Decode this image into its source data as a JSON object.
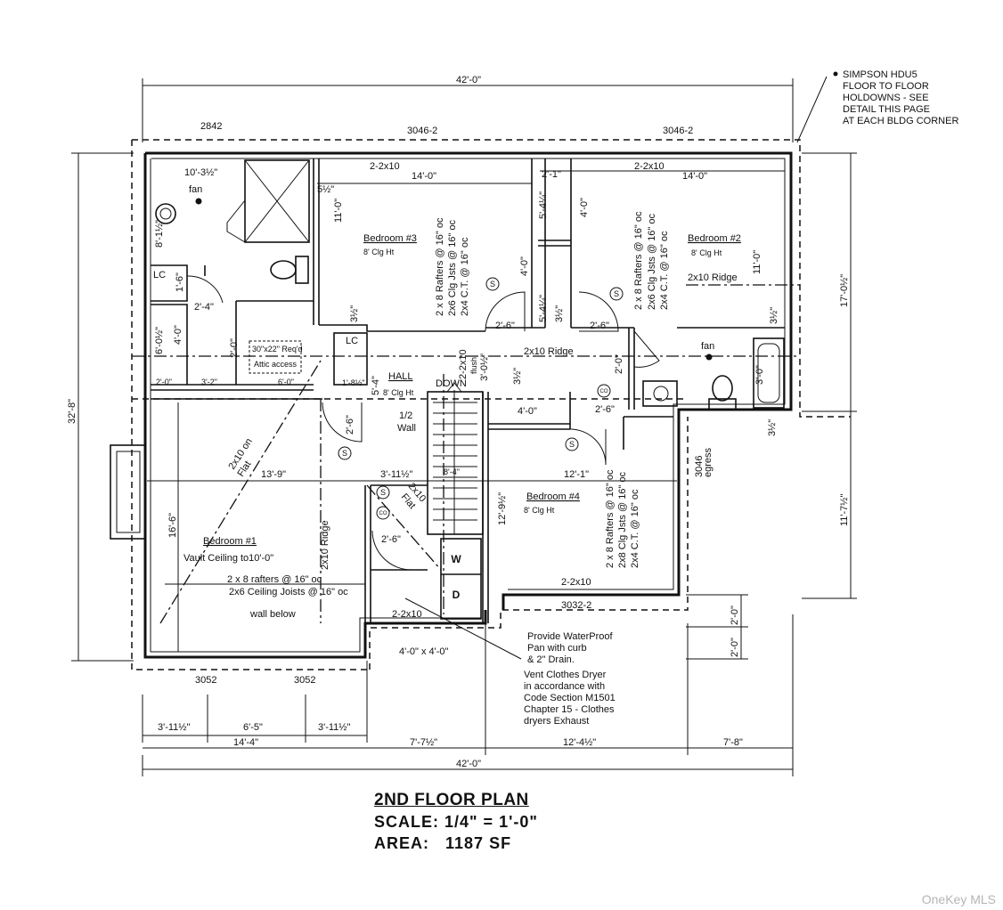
{
  "plan": {
    "title": "2ND FLOOR PLAN",
    "scale": "SCALE: 1/4\" = 1'-0\"",
    "area_label": "AREA:",
    "area_value": "1187 SF"
  },
  "notes": {
    "holdown": [
      "SIMPSON HDU5",
      "FLOOR TO FLOOR",
      "HOLDOWNS - SEE",
      "DETAIL THIS PAGE",
      "AT EACH BLDG CORNER"
    ],
    "waterproof": [
      "Provide WaterProof",
      "Pan with curb",
      "& 2\" Drain."
    ],
    "dryer": [
      "Vent Clothes Dryer",
      "in accordance with",
      "Code Section M1501",
      "Chapter 15 - Clothes",
      "dryers Exhaust"
    ]
  },
  "rooms": {
    "bedroom1": {
      "name": "Bedroom #1",
      "ceiling": "Vault Ceiling to10'-0\""
    },
    "bedroom2": {
      "name": "Bedroom #2",
      "ceiling": "8' Clg Ht"
    },
    "bedroom3": {
      "name": "Bedroom #3",
      "ceiling": "8' Clg Ht"
    },
    "bedroom4": {
      "name": "Bedroom #4",
      "ceiling": "8' Clg Ht"
    },
    "hall": {
      "name": "HALL",
      "ceiling": "8' Clg Ht"
    }
  },
  "labels": {
    "fan": "fan",
    "lc": "LC",
    "down": "DOWN",
    "half_wall_1": "1/2",
    "half_wall_2": "Wall",
    "ridge": "2x10 Ridge",
    "ridge_vertical": "2x10 Ridge",
    "header_2x10": "2-2x10",
    "rafters_b1": "2 x 8 rafters @ 16\" oc",
    "joists_b1": "2x6 Ceiling Joists @ 16\" oc",
    "wall_below": "wall below",
    "rafters": "2 x 8 Rafters @ 16\" oc",
    "clg_jsts": "2x6 Clg Jsts @ 16\" oc",
    "ct": "2x4 C.T. @ 16\" oc",
    "clg_jsts_b4": "2x8 Clg Jsts @ 16\" oc",
    "attic_1": "30\"x22\" Req'd",
    "attic_2": "Attic access",
    "flat_1": "2x10 on",
    "flat_2": "Flat",
    "flat_3": "2x10",
    "flat_4": "Flat",
    "flush_1": "2-2x10",
    "flush_2": "flush",
    "egress_1": "3046",
    "egress_2": "egress",
    "window_3046": "3046-2",
    "window_2842": "2842",
    "window_3032": "3032-2",
    "window_3052": "3052",
    "shower": "4'-0\" x 4'-0\"",
    "washer": "W",
    "dryer": "D",
    "smoke": "S",
    "co": "CO"
  },
  "dims": {
    "overall_width": "42'-0\"",
    "overall_depth": "32'-8\"",
    "right_upper": "17'-0½\"",
    "right_lower": "11'-7½\"",
    "jog1": "2'-0\"",
    "jog2": "2'-0\"",
    "bottom_1": "3'-11½\"",
    "bottom_2": "6'-5\"",
    "bottom_3": "3'-11½\"",
    "bottom_4": "14'-4\"",
    "bottom_5": "7'-7½\"",
    "bottom_6": "12'-4½\"",
    "bottom_7": "7'-8\"",
    "bath_w": "10'-3½\"",
    "bath_h": "8'-1½\"",
    "b3_w": "14'-0\"",
    "b3_h": "11'-0\"",
    "b2_w": "14'-0\"",
    "b2_h": "11'-0\"",
    "b1_w": "13'-9\"",
    "b1_h": "16'-6\"",
    "b4_w": "12'-1\"",
    "b4_h": "12'-9½\"",
    "stair_w": "3'-11½\"",
    "stair_run": "8'-4\"",
    "hall_w": "4'-0\"",
    "d_2_1": "2'-1\"",
    "d_5_4a": "5'-4¼\"",
    "d_5_4b": "5'-4¼\"",
    "d_4_0a": "4'-0\"",
    "d_4_0b": "4'-0\"",
    "d_4_0c": "4'-0\"",
    "d_5_5": "5½\"",
    "d_3_5a": "3½\"",
    "d_3_5b": "3½\"",
    "d_3_5c": "3½\"",
    "d_3_5d": "3½\"",
    "d_3_5e": "3½\"",
    "d_1_6": "1'-6\"",
    "d_2_4": "2'-4\"",
    "d_6_0_5": "6'-0½\"",
    "d_2_0a": "2'-0\"",
    "d_2_0b": "2'-0\"",
    "d_2_0c": "2'-0\"",
    "d_3_2": "3'-2\"",
    "d_6_0": "6'-0\"",
    "d_1_8": "1'-8½\"",
    "d_2_6a": "2'-6\"",
    "d_2_6b": "2'-6\"",
    "d_2_6c": "2'-6\"",
    "d_2_6d": "2'-6\"",
    "d_2_6e": "2'-6\"",
    "d_3_0": "3'-0\"",
    "d_3_0_5": "3'-0½\"",
    "d_5_b": "5'-4\""
  }
}
